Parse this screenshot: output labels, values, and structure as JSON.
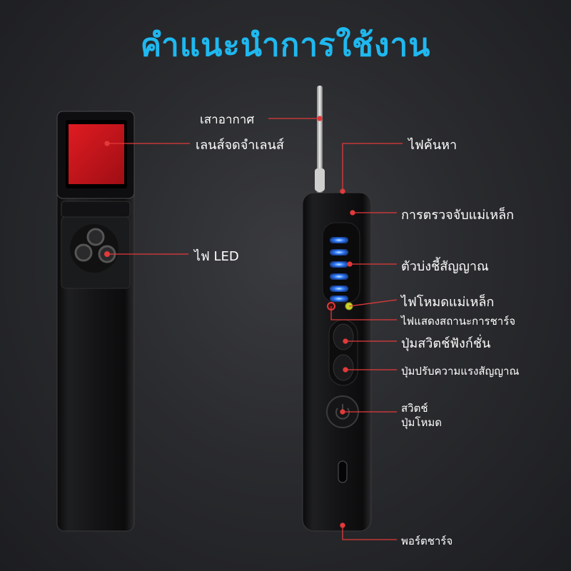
{
  "title": "คำแนะนำการใช้งาน",
  "labels": {
    "antenna": "เสาอากาศ",
    "infrared_lens": "เลนส์จดจำเลนส์",
    "led": "ไฟ LED",
    "search_light": "ไฟค้นหา",
    "magnetic_detection": "การตรวจจับแม่เหล็ก",
    "signal_indicator": "ตัวบ่งชี้สัญญาณ",
    "magnetic_mode_light": "ไฟโหมดแม่เหล็ก",
    "charging_status_light": "ไฟแสดงสถานะการชาร์จ",
    "function_switch_button": "ปุ่มสวิตช์ฟังก์ชั่น",
    "signal_strength_button": "ปุ่มปรับความแรงสัญญาณ",
    "switch_line1": "สวิตช์",
    "switch_line2": "ปุ่มโหมด",
    "charging_port": "พอร์ตชาร์จ"
  },
  "colors": {
    "title": "#1fb8ef",
    "leader_line": "#e23a3a",
    "lens": "#c8141c",
    "signal_led": "#2f7dff",
    "magnet_led": "#c7d42a"
  }
}
